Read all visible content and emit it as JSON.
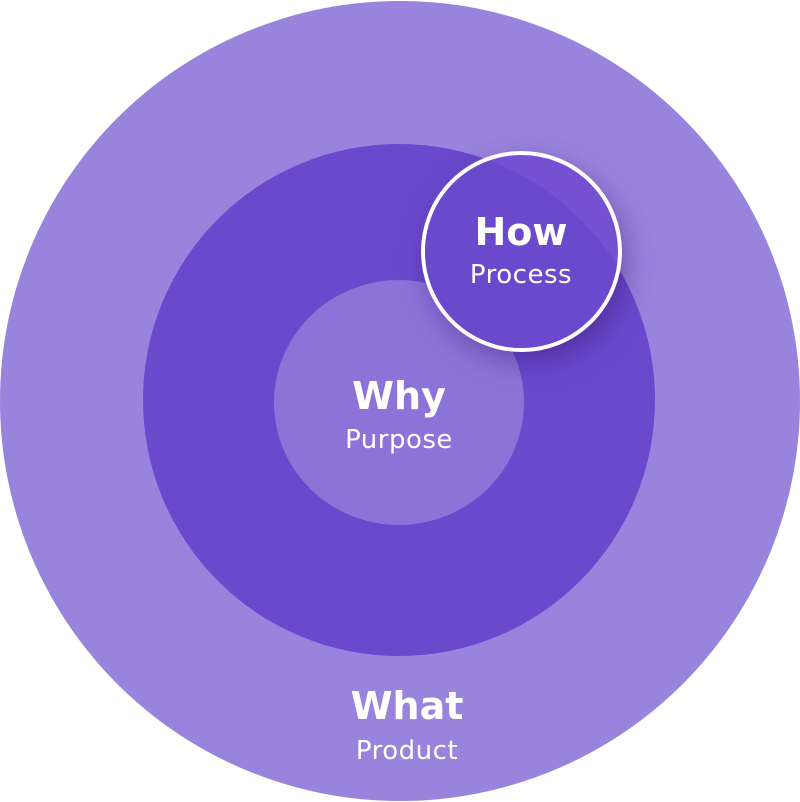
{
  "colors": {
    "outer": "#9884dd",
    "middle": "#6a49cc",
    "inner": "#8c73d8",
    "how": "#7550d1",
    "text": "#ffffff",
    "ring_border": "#ffffff"
  },
  "outer": {
    "title": "What",
    "subtitle": "Product"
  },
  "middle": {
    "title": "Why",
    "subtitle": "Purpose"
  },
  "how": {
    "title": "How",
    "subtitle": "Process"
  }
}
